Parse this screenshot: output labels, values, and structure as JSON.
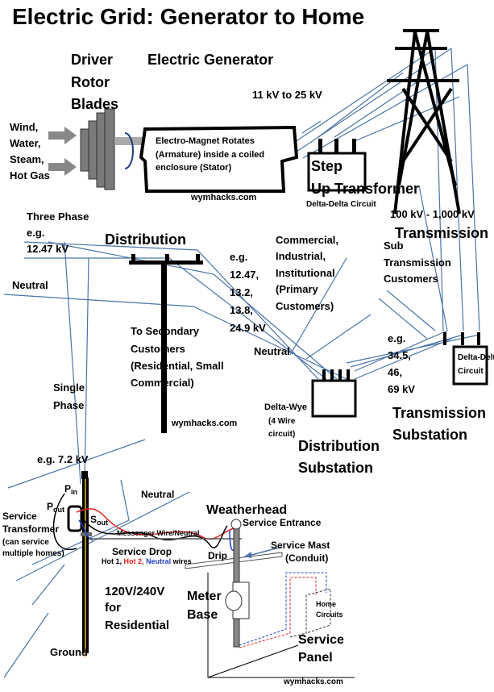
{
  "title": "Electric Grid: Generator to Home",
  "colors": {
    "line": "#4a74a8",
    "hot1": "#000000",
    "hot2": "#e02020",
    "neutral": "#1f3fd0",
    "pole_core": "#e8b820",
    "gray": "#8a8a8a"
  },
  "generation": {
    "driver": [
      "Driver",
      "Rotor",
      "Blades"
    ],
    "generator_title": "Electric Generator",
    "inputs": [
      "Wind,",
      "Water,",
      "Steam,",
      "Hot Gas"
    ],
    "generator_desc": [
      "Electro-Magnet Rotates",
      "(Armature) inside a coiled",
      "enclosure (Stator)"
    ],
    "gen_voltage": "11 kV to 25 kV",
    "watermark": "wymhacks.com"
  },
  "step_up": {
    "label": [
      "Step",
      "Up Transformer"
    ],
    "circuit": "Delta-Delta Circuit"
  },
  "transmission": {
    "voltage": "100 kV - 1,000 kV",
    "label": "Transmission"
  },
  "distribution": {
    "three_phase": [
      "Three Phase",
      "e.g.",
      "12.47 kV"
    ],
    "label": "Distribution",
    "voltages": [
      "e.g.",
      "12.47,",
      "13.2,",
      "13.8,",
      "24.9 kV"
    ],
    "primary": [
      "Commercial,",
      "Industrial,",
      "Institutional",
      "(Primary",
      "Customers)"
    ],
    "sub_customers": [
      "Sub",
      "Transmission",
      "Customers"
    ],
    "neutral_left": "Neutral",
    "secondary": [
      "To Secondary",
      "Customers",
      "(Residential, Small",
      "Commercial)"
    ],
    "neutral_mid": "Neutral",
    "single_phase": [
      "Single",
      "Phase"
    ],
    "watermark": "wymhacks.com"
  },
  "transmission_substation": {
    "circuit": [
      "Delta-Delta",
      "Circuit"
    ],
    "voltages": [
      "e.g.",
      "34.5,",
      "46,",
      "69 kV"
    ],
    "label": [
      "Transmission",
      "Substation"
    ]
  },
  "distribution_substation": {
    "circuit": [
      "Delta-Wye",
      "(4 Wire",
      "circuit)"
    ],
    "label": [
      "Distribution",
      "Substation"
    ]
  },
  "service": {
    "voltage": "e.g. 7.2 kV",
    "neutral": "Neutral",
    "p_in": "P",
    "p_in_sub": "in",
    "p_out": "P",
    "p_out_sub": "out",
    "s_out": "S",
    "s_out_sub": "out",
    "transformer": [
      "Service",
      "Transformer",
      "(can service",
      "multiple homes)"
    ],
    "weatherhead": "Weatherhead",
    "entrance": "Service Entrance",
    "messenger": "Messenger Wire/Neutral",
    "drop": "Service Drop",
    "wires": {
      "hot1": "Hot 1,",
      "hot2": "Hot 2,",
      "neutral": "Neutral",
      "suffix": "wires"
    },
    "drip": "Drip",
    "mast": [
      "Service Mast",
      "(Conduit)"
    ],
    "residential": [
      "120V/240V",
      "for",
      "Residential"
    ],
    "meter": [
      "Meter",
      "Base"
    ],
    "home_circuits": [
      "Home",
      "Circuits"
    ],
    "panel": [
      "Service",
      "Panel"
    ],
    "ground": "Ground",
    "watermark": "wymhacks.com"
  }
}
